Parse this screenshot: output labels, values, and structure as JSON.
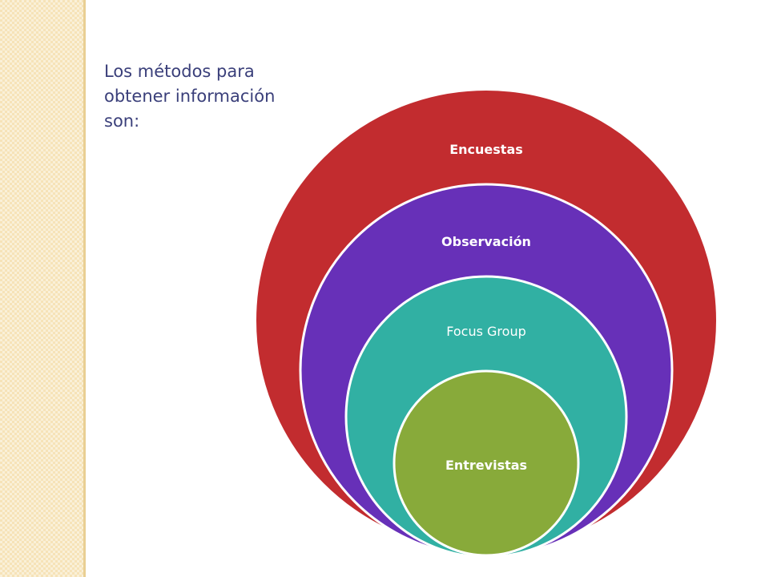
{
  "slide": {
    "title": "Los métodos para obtener información son:"
  },
  "diagram": {
    "rings": [
      {
        "label": "Encuestas",
        "color": "#c22c2f"
      },
      {
        "label": "Observación",
        "color": "#6730b8"
      },
      {
        "label": "Focus Group",
        "color": "#31b0a3"
      },
      {
        "label": "Entrevistas",
        "color": "#88aa3a"
      }
    ]
  },
  "theme": {
    "title_color": "#3a3f7a",
    "side_strip_color": "#f6e3b8"
  }
}
